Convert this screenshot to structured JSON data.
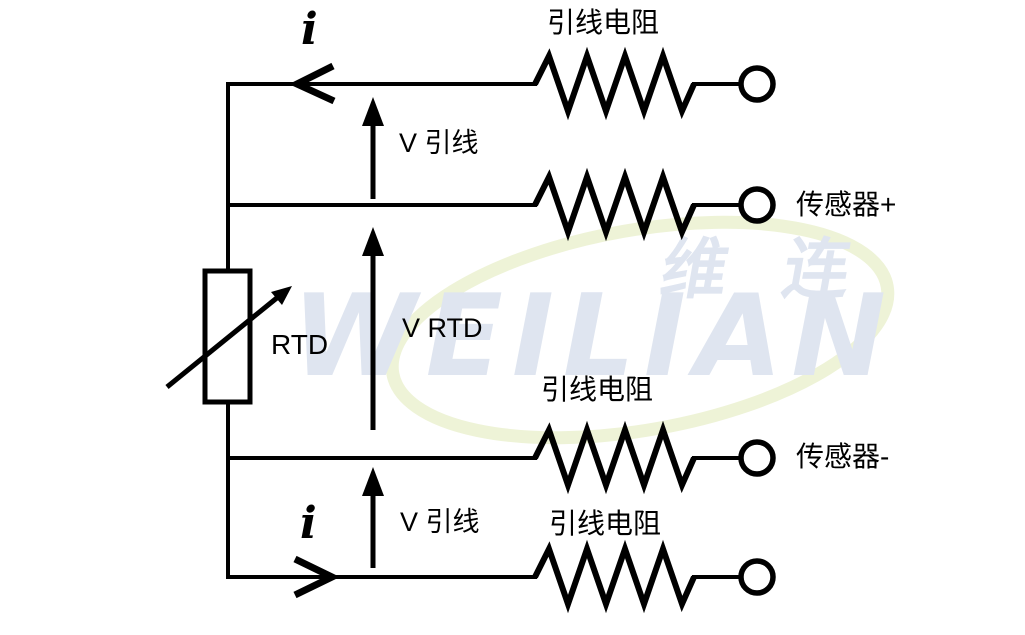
{
  "colors": {
    "line": "#000000",
    "watermark": "#dfe5f0",
    "swoosh": "#eef3d7",
    "background": "#ffffff"
  },
  "watermark": {
    "brand_cn": "维连",
    "brand_en": "WEILIAN"
  },
  "diagram": {
    "title_semantic": "4-wire RTD lead-resistance measurement schematic",
    "current_top": "i",
    "current_bottom": "i",
    "rtd": "RTD",
    "v_rtd": "V RTD",
    "v_lead_top": "V 引线",
    "v_lead_bottom": "V 引线",
    "lead_res_top": "引线电阻",
    "lead_res_mid": "引线电阻",
    "lead_res_bottom": "引线电阻",
    "sensor_plus": "传感器+",
    "sensor_minus": "传感器-"
  }
}
